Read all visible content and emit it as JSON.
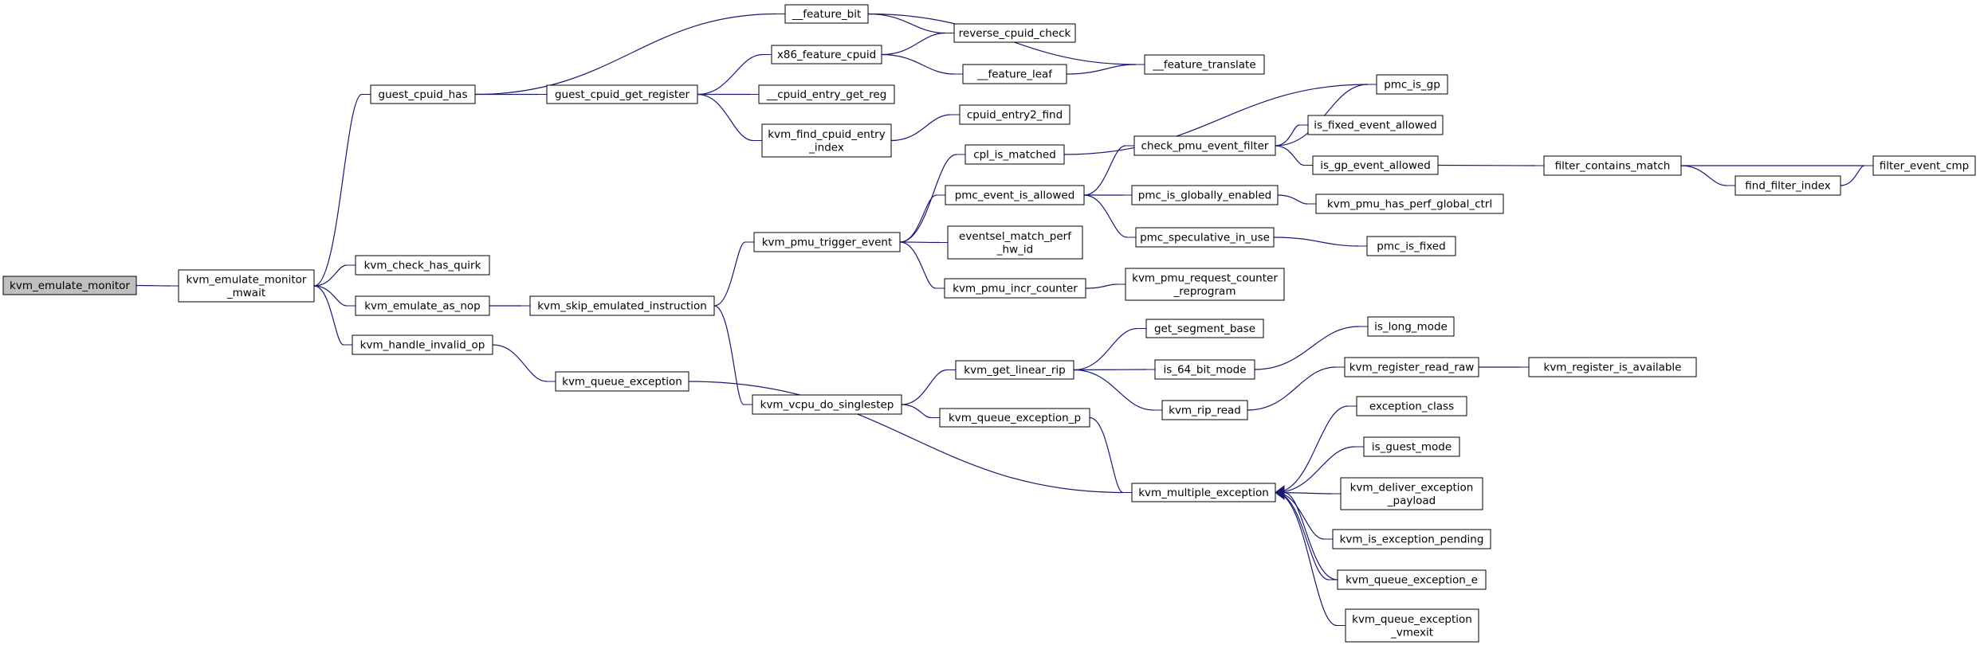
{
  "graph": {
    "style": {
      "edge_color": "#191970",
      "root_fill": "#bfbfbf",
      "truncated_border": "#ff0000",
      "node_border": "#000000",
      "background": "#ffffff"
    },
    "nodes": [
      {
        "id": "kvm_emulate_monitor",
        "lines": [
          "kvm_emulate_monitor"
        ],
        "root": true
      },
      {
        "id": "kvm_emulate_monitor_mwait",
        "lines": [
          "kvm_emulate_monitor",
          "_mwait"
        ]
      },
      {
        "id": "guest_cpuid_has",
        "lines": [
          "guest_cpuid_has"
        ]
      },
      {
        "id": "kvm_check_has_quirk",
        "lines": [
          "kvm_check_has_quirk"
        ]
      },
      {
        "id": "kvm_emulate_as_nop",
        "lines": [
          "kvm_emulate_as_nop"
        ]
      },
      {
        "id": "kvm_handle_invalid_op",
        "lines": [
          "kvm_handle_invalid_op"
        ]
      },
      {
        "id": "guest_cpuid_get_register",
        "lines": [
          "guest_cpuid_get_register"
        ]
      },
      {
        "id": "kvm_skip_emulated_instruction",
        "lines": [
          "kvm_skip_emulated_instruction"
        ]
      },
      {
        "id": "kvm_queue_exception",
        "lines": [
          "kvm_queue_exception"
        ]
      },
      {
        "id": "__feature_bit",
        "lines": [
          "__feature_bit"
        ]
      },
      {
        "id": "x86_feature_cpuid",
        "lines": [
          "x86_feature_cpuid"
        ]
      },
      {
        "id": "__cpuid_entry_get_reg",
        "lines": [
          "__cpuid_entry_get_reg"
        ]
      },
      {
        "id": "kvm_find_cpuid_entry_index",
        "lines": [
          "kvm_find_cpuid_entry",
          "_index"
        ]
      },
      {
        "id": "kvm_pmu_trigger_event",
        "lines": [
          "kvm_pmu_trigger_event"
        ]
      },
      {
        "id": "kvm_vcpu_do_singlestep",
        "lines": [
          "kvm_vcpu_do_singlestep"
        ]
      },
      {
        "id": "reverse_cpuid_check",
        "lines": [
          "reverse_cpuid_check"
        ]
      },
      {
        "id": "__feature_leaf",
        "lines": [
          "__feature_leaf"
        ]
      },
      {
        "id": "cpuid_entry2_find",
        "lines": [
          "cpuid_entry2_find"
        ]
      },
      {
        "id": "cpl_is_matched",
        "lines": [
          "cpl_is_matched"
        ]
      },
      {
        "id": "pmc_event_is_allowed",
        "lines": [
          "pmc_event_is_allowed"
        ]
      },
      {
        "id": "eventsel_match_perf_hw_id",
        "lines": [
          "eventsel_match_perf",
          "_hw_id"
        ]
      },
      {
        "id": "kvm_pmu_incr_counter",
        "lines": [
          "kvm_pmu_incr_counter"
        ]
      },
      {
        "id": "kvm_get_linear_rip",
        "lines": [
          "kvm_get_linear_rip"
        ]
      },
      {
        "id": "kvm_queue_exception_p",
        "lines": [
          "kvm_queue_exception_p"
        ]
      },
      {
        "id": "__feature_translate",
        "lines": [
          "__feature_translate"
        ]
      },
      {
        "id": "check_pmu_event_filter",
        "lines": [
          "check_pmu_event_filter"
        ]
      },
      {
        "id": "pmc_is_globally_enabled",
        "lines": [
          "pmc_is_globally_enabled"
        ]
      },
      {
        "id": "pmc_speculative_in_use",
        "lines": [
          "pmc_speculative_in_use"
        ]
      },
      {
        "id": "kvm_pmu_request_counter_reprogram",
        "lines": [
          "kvm_pmu_request_counter",
          "_reprogram"
        ]
      },
      {
        "id": "get_segment_base",
        "lines": [
          "get_segment_base"
        ]
      },
      {
        "id": "is_64_bit_mode",
        "lines": [
          "is_64_bit_mode"
        ]
      },
      {
        "id": "kvm_rip_read",
        "lines": [
          "kvm_rip_read"
        ]
      },
      {
        "id": "kvm_multiple_exception",
        "lines": [
          "kvm_multiple_exception"
        ]
      },
      {
        "id": "pmc_is_gp",
        "lines": [
          "pmc_is_gp"
        ]
      },
      {
        "id": "is_fixed_event_allowed",
        "lines": [
          "is_fixed_event_allowed"
        ]
      },
      {
        "id": "is_gp_event_allowed",
        "lines": [
          "is_gp_event_allowed"
        ]
      },
      {
        "id": "kvm_pmu_has_perf_global_ctrl",
        "lines": [
          "kvm_pmu_has_perf_global_ctrl"
        ]
      },
      {
        "id": "pmc_is_fixed",
        "lines": [
          "pmc_is_fixed"
        ]
      },
      {
        "id": "is_long_mode",
        "lines": [
          "is_long_mode"
        ]
      },
      {
        "id": "kvm_register_read_raw",
        "lines": [
          "kvm_register_read_raw"
        ]
      },
      {
        "id": "exception_class",
        "lines": [
          "exception_class"
        ]
      },
      {
        "id": "is_guest_mode",
        "lines": [
          "is_guest_mode"
        ]
      },
      {
        "id": "kvm_deliver_exception_payload",
        "lines": [
          "kvm_deliver_exception",
          "_payload"
        ]
      },
      {
        "id": "kvm_is_exception_pending",
        "lines": [
          "kvm_is_exception_pending"
        ]
      },
      {
        "id": "kvm_queue_exception_e",
        "lines": [
          "kvm_queue_exception_e"
        ]
      },
      {
        "id": "kvm_queue_exception_vmexit",
        "lines": [
          "kvm_queue_exception",
          "_vmexit"
        ]
      },
      {
        "id": "filter_contains_match",
        "lines": [
          "filter_contains_match"
        ],
        "truncated": true
      },
      {
        "id": "kvm_register_is_available",
        "lines": [
          "kvm_register_is_available"
        ]
      },
      {
        "id": "find_filter_index",
        "lines": [
          "find_filter_index"
        ]
      },
      {
        "id": "filter_event_cmp",
        "lines": [
          "filter_event_cmp"
        ],
        "truncated": true
      }
    ],
    "edges": [
      [
        "kvm_emulate_monitor",
        "kvm_emulate_monitor_mwait"
      ],
      [
        "kvm_emulate_monitor_mwait",
        "guest_cpuid_has"
      ],
      [
        "kvm_emulate_monitor_mwait",
        "kvm_check_has_quirk"
      ],
      [
        "kvm_emulate_monitor_mwait",
        "kvm_emulate_as_nop"
      ],
      [
        "kvm_emulate_monitor_mwait",
        "kvm_handle_invalid_op"
      ],
      [
        "guest_cpuid_has",
        "__feature_bit"
      ],
      [
        "guest_cpuid_has",
        "guest_cpuid_get_register"
      ],
      [
        "guest_cpuid_get_register",
        "x86_feature_cpuid"
      ],
      [
        "guest_cpuid_get_register",
        "__cpuid_entry_get_reg"
      ],
      [
        "guest_cpuid_get_register",
        "kvm_find_cpuid_entry_index"
      ],
      [
        "__feature_bit",
        "reverse_cpuid_check"
      ],
      [
        "__feature_bit",
        "__feature_translate"
      ],
      [
        "x86_feature_cpuid",
        "reverse_cpuid_check"
      ],
      [
        "x86_feature_cpuid",
        "__feature_leaf"
      ],
      [
        "__feature_leaf",
        "__feature_translate"
      ],
      [
        "kvm_find_cpuid_entry_index",
        "cpuid_entry2_find"
      ],
      [
        "kvm_emulate_as_nop",
        "kvm_skip_emulated_instruction"
      ],
      [
        "kvm_skip_emulated_instruction",
        "kvm_pmu_trigger_event"
      ],
      [
        "kvm_skip_emulated_instruction",
        "kvm_vcpu_do_singlestep"
      ],
      [
        "kvm_handle_invalid_op",
        "kvm_queue_exception"
      ],
      [
        "kvm_queue_exception",
        "kvm_multiple_exception"
      ],
      [
        "kvm_pmu_trigger_event",
        "cpl_is_matched"
      ],
      [
        "kvm_pmu_trigger_event",
        "pmc_event_is_allowed"
      ],
      [
        "kvm_pmu_trigger_event",
        "eventsel_match_perf_hw_id"
      ],
      [
        "kvm_pmu_trigger_event",
        "kvm_pmu_incr_counter"
      ],
      [
        "cpl_is_matched",
        "pmc_is_gp"
      ],
      [
        "pmc_event_is_allowed",
        "check_pmu_event_filter"
      ],
      [
        "pmc_event_is_allowed",
        "pmc_is_globally_enabled"
      ],
      [
        "pmc_event_is_allowed",
        "pmc_speculative_in_use"
      ],
      [
        "check_pmu_event_filter",
        "pmc_is_gp"
      ],
      [
        "check_pmu_event_filter",
        "is_fixed_event_allowed"
      ],
      [
        "check_pmu_event_filter",
        "is_gp_event_allowed"
      ],
      [
        "is_gp_event_allowed",
        "filter_contains_match"
      ],
      [
        "filter_contains_match",
        "filter_event_cmp"
      ],
      [
        "filter_contains_match",
        "find_filter_index"
      ],
      [
        "find_filter_index",
        "filter_event_cmp"
      ],
      [
        "pmc_is_globally_enabled",
        "kvm_pmu_has_perf_global_ctrl"
      ],
      [
        "pmc_speculative_in_use",
        "pmc_is_fixed"
      ],
      [
        "kvm_pmu_incr_counter",
        "kvm_pmu_request_counter_reprogram"
      ],
      [
        "kvm_vcpu_do_singlestep",
        "kvm_get_linear_rip"
      ],
      [
        "kvm_vcpu_do_singlestep",
        "kvm_queue_exception_p"
      ],
      [
        "kvm_get_linear_rip",
        "get_segment_base"
      ],
      [
        "kvm_get_linear_rip",
        "is_64_bit_mode"
      ],
      [
        "kvm_get_linear_rip",
        "kvm_rip_read"
      ],
      [
        "is_64_bit_mode",
        "is_long_mode"
      ],
      [
        "kvm_rip_read",
        "kvm_register_read_raw"
      ],
      [
        "kvm_register_read_raw",
        "kvm_register_is_available"
      ],
      [
        "kvm_queue_exception_p",
        "kvm_multiple_exception"
      ],
      [
        "kvm_multiple_exception",
        "exception_class"
      ],
      [
        "kvm_multiple_exception",
        "is_guest_mode"
      ],
      [
        "kvm_multiple_exception",
        "kvm_deliver_exception_payload"
      ],
      [
        "kvm_multiple_exception",
        "kvm_is_exception_pending"
      ],
      [
        "kvm_multiple_exception",
        "kvm_queue_exception_e"
      ],
      [
        "kvm_multiple_exception",
        "kvm_queue_exception_vmexit"
      ],
      [
        "kvm_queue_exception_e",
        "kvm_multiple_exception"
      ]
    ]
  }
}
